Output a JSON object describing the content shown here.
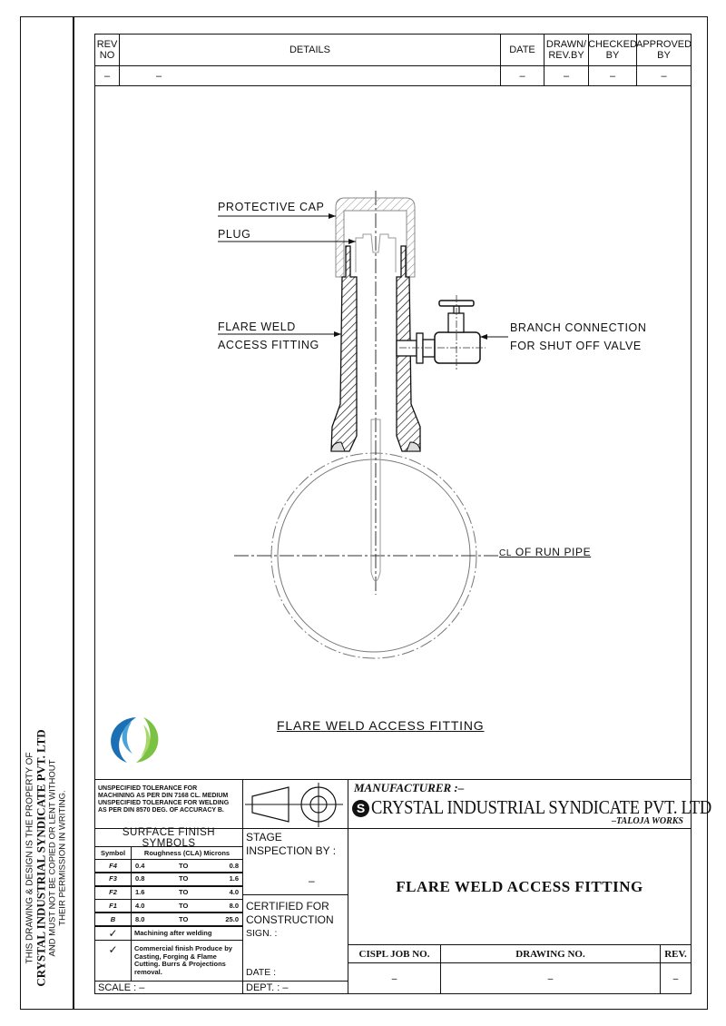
{
  "side_note": {
    "line1": "THIS DRAWING & DESIGN IS THE PROPERTY OF",
    "line2": "CRYSTAL INDUSTRIAL SYNDICATE PVT. LTD",
    "line3": "AND MUST NOT BE COPIED OR LENT WITHOUT",
    "line4": "THEIR PERMISSION IN WRITING."
  },
  "revision_table": {
    "headers": [
      "REV NO",
      "DETAILS",
      "DATE",
      "DRAWN/ REV.BY",
      "CHECKED BY",
      "APPROVED BY"
    ],
    "row": [
      "–",
      "–",
      "–",
      "–",
      "–",
      "–"
    ]
  },
  "drawing": {
    "labels": {
      "protective_cap": "PROTECTIVE CAP",
      "plug": "PLUG",
      "flare_weld_1": "FLARE WELD",
      "flare_weld_2": "ACCESS FITTING",
      "branch_1": "BRANCH CONNECTION",
      "branch_2": "FOR SHUT OFF VALVE",
      "centerline": "OF RUN PIPE",
      "cl_symbol": "CL"
    },
    "title": "FLARE WELD ACCESS FITTING",
    "logo_colors": [
      "#1a6fb5",
      "#7cc242"
    ]
  },
  "title_block": {
    "tolerance": [
      "UNSPECIFIED TOLERANCE FOR",
      "MACHINING AS PER DIN 7168 CL. MEDIUM",
      "UNSPECIFIED TOLERANCE FOR WELDING",
      "AS PER DIN 8570 DEG. OF ACCURACY B."
    ],
    "surface_finish": {
      "title": "SURFACE FINISH SYMBOLS",
      "headers": [
        "Symbol",
        "Roughness (CLA) Microns"
      ],
      "rows": [
        {
          "symbol": "F4",
          "from": "0.4",
          "to": "TO",
          "until": "0.8"
        },
        {
          "symbol": "F3",
          "from": "0.8",
          "to": "TO",
          "until": "1.6"
        },
        {
          "symbol": "F2",
          "from": "1.6",
          "to": "TO",
          "until": "4.0"
        },
        {
          "symbol": "F1",
          "from": "4.0",
          "to": "TO",
          "until": "8.0"
        },
        {
          "symbol": "B",
          "from": "8.0",
          "to": "TO",
          "until": "25.0"
        }
      ],
      "machining": "Machining after welding",
      "commercial": "Commercial finish Produce by Casting, Forging & Flame Cutting. Burrs & Projections removal."
    },
    "scale": "SCALE : –",
    "stage_inspection": "STAGE INSPECTION BY :",
    "stage_value": "–",
    "certified": "CERTIFIED FOR CONSTRUCTION",
    "sign": "SIGN. :",
    "date": "DATE :",
    "dept": "DEPT. : –",
    "manufacturer_label": "MANUFACTURER :–",
    "company": "CRYSTAL INDUSTRIAL SYNDICATE PVT. LTD",
    "works": "–TALOJA WORKS",
    "drawing_title": "FLARE WELD ACCESS FITTING",
    "job_no_label": "CISPL JOB NO.",
    "drawing_no_label": "DRAWING NO.",
    "rev_label": "REV.",
    "job_no": "–",
    "drawing_no": "–",
    "rev": "–"
  }
}
